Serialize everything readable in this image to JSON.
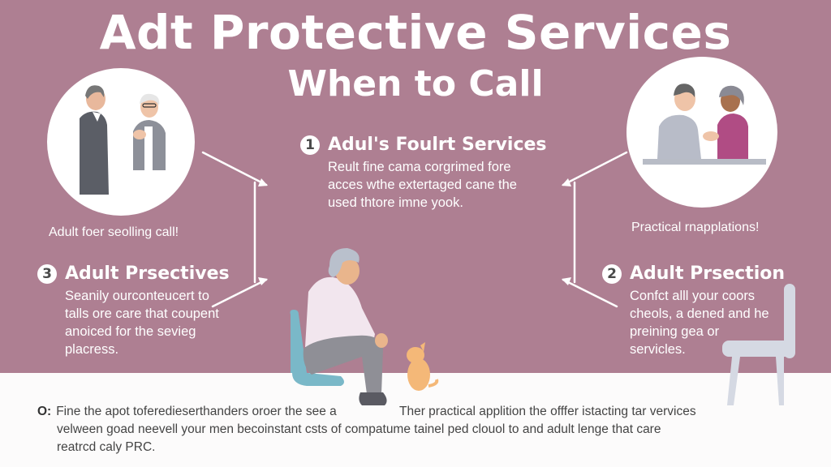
{
  "header": {
    "title": "Adt Protective Services",
    "subtitle": "When to Call"
  },
  "colors": {
    "background": "#ae7f92",
    "footer_background": "#fcfbfb",
    "text_light": "#ffffff",
    "text_dark": "#444444"
  },
  "illustrations": {
    "left_circle": "two-adults-talking",
    "right_circle": "two-adults-holding-hands-at-table",
    "center": "elderly-woman-seated-with-puppy",
    "right_chair": "empty-chair"
  },
  "captions": {
    "left": "Adult foer seolling call!",
    "right": "Practical rnapplations!"
  },
  "sections": [
    {
      "number": "1",
      "heading": "Adul's Foulrt Services",
      "body": "Reult fine cama corgrimed fore acces wthe extertaged cane the used thtore imne yook."
    },
    {
      "number": "2",
      "heading": "Adult Prsection",
      "body": "Confct alll your coors cheols, a dened and he preining gea or servicles."
    },
    {
      "number": "3",
      "heading": "Adult Prsectives",
      "body": "Seanily ourconteucert to talls ore care that coupent anoiced for the sevieg placress."
    }
  ],
  "footer": {
    "bullet": "O:",
    "line1a": "Fine the apot toferedieserthanders oroer the see a",
    "line1b": "Ther practical applition the offfer istacting tar vervices",
    "line2": "velween goad neevell your men becoinstant csts of compatume tainel ped clouol to and adult lenge that care",
    "line3": "reatrcd caly PRC."
  }
}
